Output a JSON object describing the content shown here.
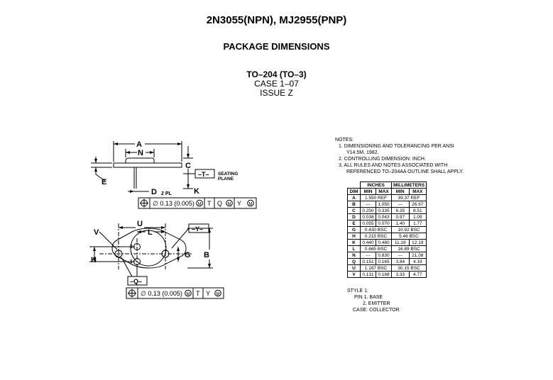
{
  "title": "2N3055(NPN), MJ2955(PNP)",
  "section": "PACKAGE DIMENSIONS",
  "case": {
    "package": "TO–204 (TO–3)",
    "number": "CASE 1–07",
    "issue": "ISSUE Z"
  },
  "notes": {
    "heading": "NOTES:",
    "lines": [
      "1. DIMENSIONING AND TOLERANCING PER ANSI",
      "Y14.5M, 1982.",
      "2. CONTROLLING DIMENSION: INCH.",
      "3. ALL RULES AND NOTES ASSOCIATED WITH",
      "REFERENCED TO–204AA OUTLINE SHALL APPLY."
    ]
  },
  "table": {
    "group_headers": [
      "INCHES",
      "MILLIMETERS"
    ],
    "col_headers": [
      "DIM",
      "MIN",
      "MAX",
      "MIN",
      "MAX"
    ],
    "rows": [
      {
        "dim": "A",
        "in": "1.550 REF",
        "mm": "39.37 REF"
      },
      {
        "dim": "B",
        "in_min": "---",
        "in_max": "1.050",
        "mm_min": "---",
        "mm_max": "26.67"
      },
      {
        "dim": "C",
        "in_min": "0.250",
        "in_max": "0.335",
        "mm_min": "6.35",
        "mm_max": "8.51"
      },
      {
        "dim": "D",
        "in_min": "0.038",
        "in_max": "0.043",
        "mm_min": "0.97",
        "mm_max": "1.09"
      },
      {
        "dim": "E",
        "in_min": "0.055",
        "in_max": "0.070",
        "mm_min": "1.40",
        "mm_max": "1.77"
      },
      {
        "dim": "G",
        "in": "0.430 BSC",
        "mm": "10.92 BSC"
      },
      {
        "dim": "H",
        "in": "0.215 BSC",
        "mm": "5.46 BSC"
      },
      {
        "dim": "K",
        "in_min": "0.440",
        "in_max": "0.480",
        "mm_min": "11.18",
        "mm_max": "12.19"
      },
      {
        "dim": "L",
        "in": "0.665 BSC",
        "mm": "16.89 BSC"
      },
      {
        "dim": "N",
        "in_min": "---",
        "in_max": "0.830",
        "mm_min": "---",
        "mm_max": "21.08"
      },
      {
        "dim": "Q",
        "in_min": "0.151",
        "in_max": "0.165",
        "mm_min": "3.84",
        "mm_max": "4.19"
      },
      {
        "dim": "U",
        "in": "1.187 BSC",
        "mm": "30.15 BSC"
      },
      {
        "dim": "V",
        "in_min": "0.131",
        "in_max": "0.188",
        "mm_min": "3.33",
        "mm_max": "4.77"
      }
    ]
  },
  "style": {
    "heading": "STYLE 1:",
    "pin1": "PIN 1.  BASE",
    "pin2": "2.  EMITTER",
    "case": "CASE:  COLLECTOR"
  },
  "drawing": {
    "labels": {
      "A": "A",
      "N": "N",
      "C": "C",
      "E": "E",
      "D": "D",
      "pl": "2 PL",
      "K": "K",
      "T": "–T–",
      "seating1": "SEATING",
      "seating2": "PLANE",
      "U": "U",
      "L": "L",
      "Y": "–Y–",
      "V": "V",
      "H": "H",
      "G": "G",
      "B": "B",
      "Q": "–Q–",
      "pin1": "1",
      "pin2": "2"
    },
    "fcf1": {
      "symbol": "⊕",
      "tol": "∅ 0.13 (0.005)",
      "mod": "M",
      "datums": [
        "T",
        "Q",
        "M",
        "Y",
        "M"
      ]
    },
    "fcf2": {
      "symbol": "⊕",
      "tol": "∅ 0.13 (0.005)",
      "mod": "M",
      "datums": [
        "T",
        "Y",
        "M"
      ]
    }
  }
}
